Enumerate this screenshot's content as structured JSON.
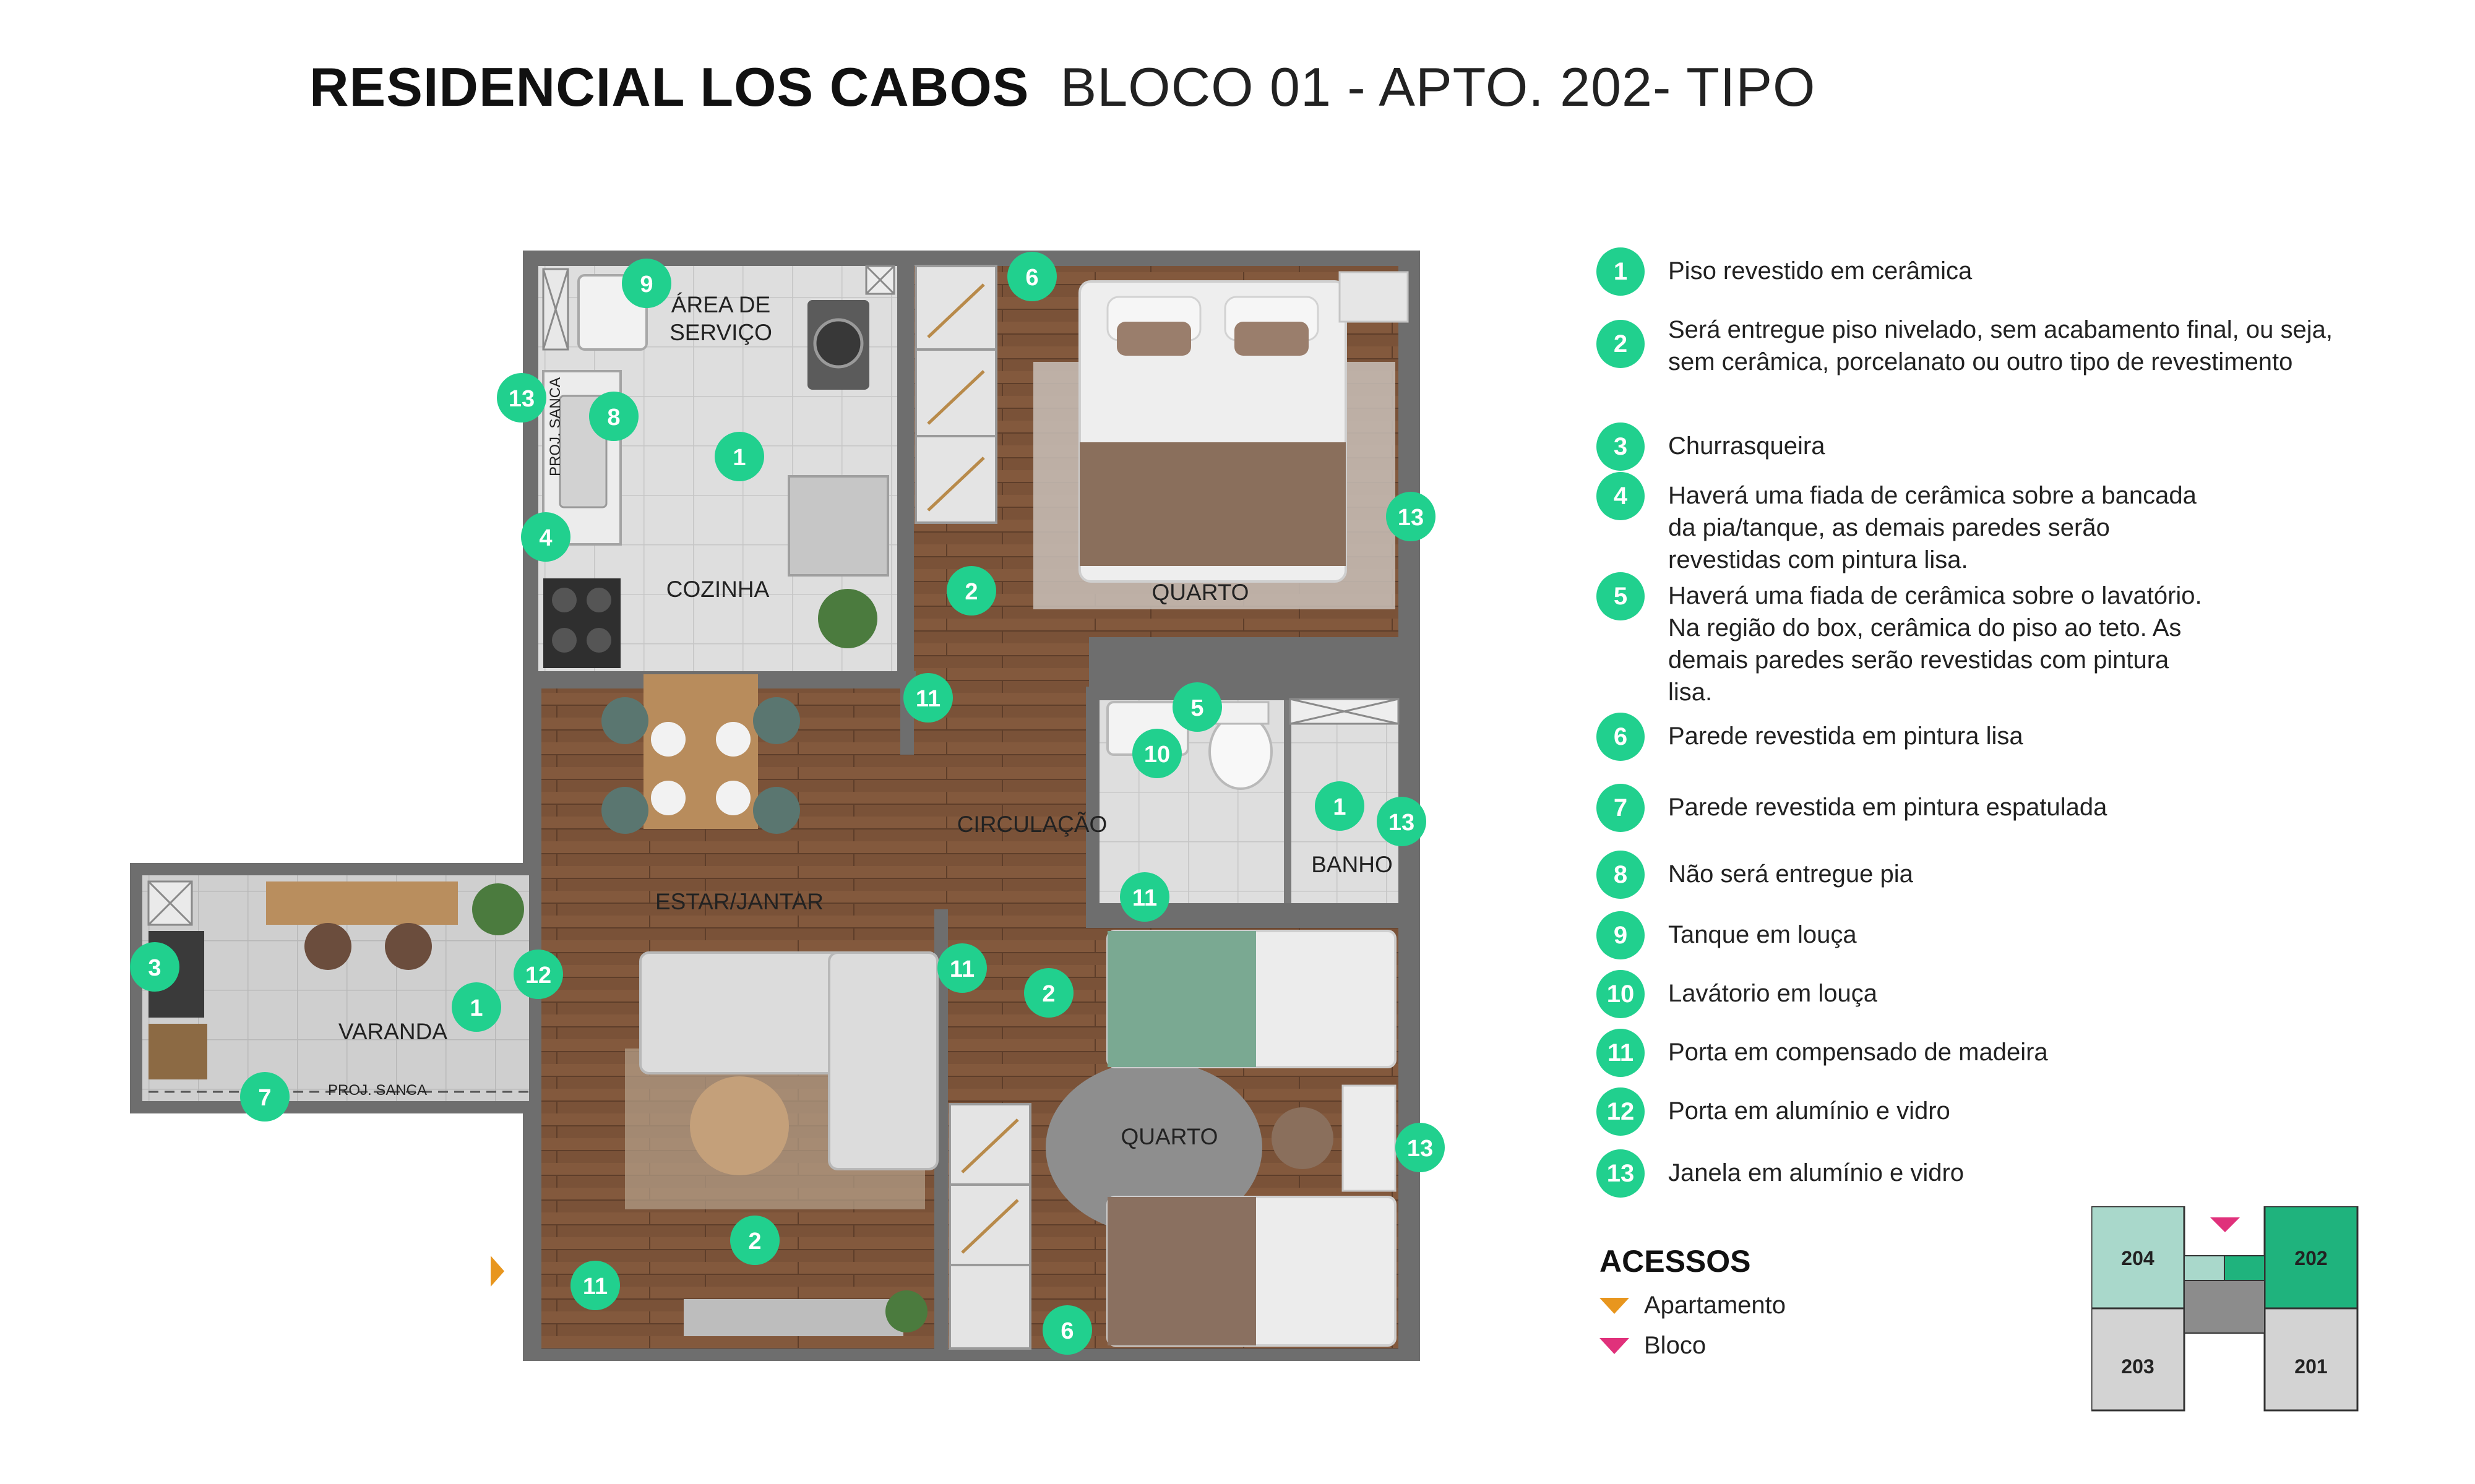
{
  "title": {
    "main": "RESIDENCIAL LOS CABOS",
    "sub": "BLOCO 01 - APTO. 202- TIPO"
  },
  "colors": {
    "badge": "#21d08e",
    "wood_floor": "#7a5238",
    "tile_floor": "#dcdcdc",
    "wall": "#6b6b6b",
    "access_apartment": "#e8961e",
    "access_block": "#e0317b",
    "unit_highlight": "#1fb37d",
    "unit_teal": "#a9d8cb",
    "unit_grey": "#d3d3d3"
  },
  "plan": {
    "rooms": {
      "area_servico_l1": "ÁREA DE",
      "area_servico_l2": "SERVIÇO",
      "cozinha": "COZINHA",
      "quarto_1": "QUARTO",
      "circulacao": "CIRCULAÇÃO",
      "banho": "BANHO",
      "estar_jantar": "ESTAR/JANTAR",
      "varanda": "VARANDA",
      "quarto_2": "QUARTO",
      "proj_sanca_1": "PROJ. SANCA",
      "proj_sanca_2": "PROJ. SANCA"
    },
    "markers": [
      "9",
      "6",
      "13",
      "8",
      "1",
      "4",
      "13",
      "2",
      "11",
      "5",
      "10",
      "1",
      "13",
      "11",
      "3",
      "12",
      "1",
      "11",
      "2",
      "7",
      "13",
      "2",
      "11",
      "6"
    ]
  },
  "legend": [
    {
      "num": "1",
      "text": "Piso revestido em cerâmica"
    },
    {
      "num": "2",
      "text": "Será entregue piso nivelado, sem acabamento final, ou seja, sem cerâmica, porcelanato ou outro tipo de revestimento"
    },
    {
      "num": "3",
      "text": "Churrasqueira"
    },
    {
      "num": "4",
      "text": "Haverá uma fiada de cerâmica sobre a bancada da pia/tanque, as demais paredes serão revestidas com pintura lisa."
    },
    {
      "num": "5",
      "text": "Haverá uma fiada de cerâmica sobre o lavatório. Na região do box, cerâmica do piso ao teto. As demais paredes serão revestidas com pintura lisa."
    },
    {
      "num": "6",
      "text": "Parede revestida em pintura lisa"
    },
    {
      "num": "7",
      "text": "Parede revestida em pintura espatulada"
    },
    {
      "num": "8",
      "text": "Não será entregue pia"
    },
    {
      "num": "9",
      "text": "Tanque em louça"
    },
    {
      "num": "10",
      "text": "Lavátorio em louça"
    },
    {
      "num": "11",
      "text": "Porta em compensado de madeira"
    },
    {
      "num": "12",
      "text": "Porta em alumínio e vidro"
    },
    {
      "num": "13",
      "text": "Janela em alumínio e vidro"
    }
  ],
  "access": {
    "title": "ACESSOS",
    "apartment": "Apartamento",
    "block": "Bloco"
  },
  "keyplan": {
    "units": [
      "204",
      "202",
      "203",
      "201"
    ]
  }
}
